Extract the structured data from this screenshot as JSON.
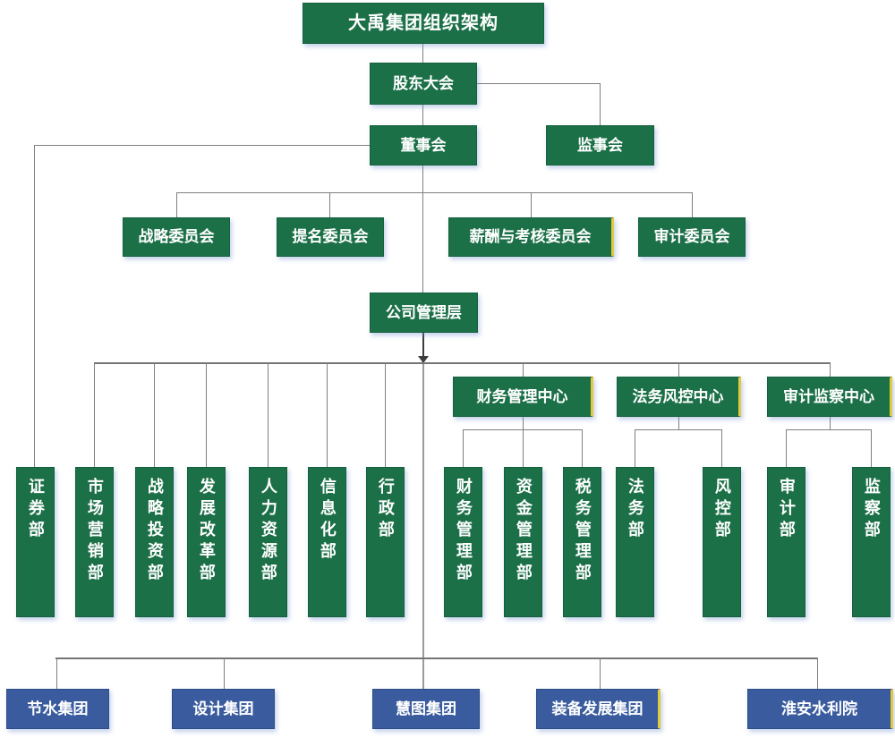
{
  "chart_title": "大禹集团组织架构",
  "colors": {
    "node_green": "#1C7048",
    "node_blue": "#3A5C9E",
    "connector_gray": "#7F7F7F",
    "highlight_yellow": "#E3C93C",
    "text_white": "#FFFFFF"
  },
  "nodes": {
    "root": "大禹集团组织架构",
    "shareholders_meeting": "股东大会",
    "board_of_directors": "董事会",
    "supervisory_board": "监事会",
    "committees": [
      "战略委员会",
      "提名委员会",
      "薪酬与考核委员会",
      "审计委员会"
    ],
    "management": "公司管理层",
    "centers": [
      "财务管理中心",
      "法务风控中心",
      "审计监察中心"
    ],
    "board_departments": [
      "证券部"
    ],
    "management_departments": [
      "市场营销部",
      "战略投资部",
      "发展改革部",
      "人力资源部",
      "信息化部",
      "行政部"
    ],
    "finance_departments": [
      "财务管理部",
      "资金管理部",
      "税务管理部"
    ],
    "legal_departments": [
      "法务部",
      "风控部"
    ],
    "audit_departments": [
      "审计部",
      "监察部"
    ],
    "subsidiaries": [
      "节水集团",
      "设计集团",
      "慧图集团",
      "装备发展集团",
      "淮安水利院"
    ]
  }
}
